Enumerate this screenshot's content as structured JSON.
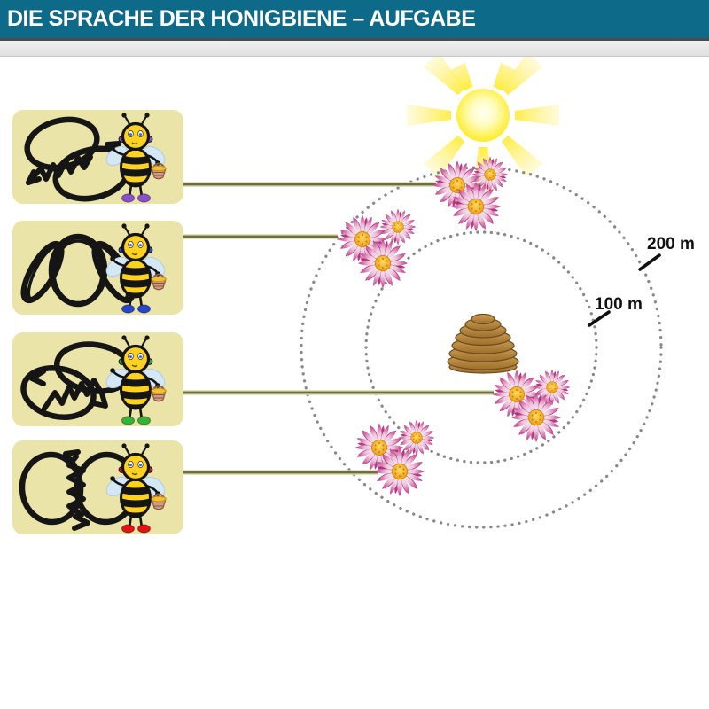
{
  "header": {
    "title": "DIE SPRACHE DER HONIGBIENE – AUFGABE"
  },
  "colors": {
    "header_bg": "#0e6a89",
    "card_bg": "#eae4a9",
    "connector_line": "#6e6e44",
    "circle_dots": "#898989",
    "flower_pink": "#bd2f80",
    "flower_center_orange": "#eb9b13",
    "hive_brown": "#b8863e",
    "sun_yellow": "#ffe926"
  },
  "diagram": {
    "distance_labels": {
      "outer": "200 m",
      "inner": "100 m"
    },
    "cards": [
      {
        "name": "dance-card-1",
        "dance_pattern": "waggle-dance-diagonal-loops-upper-left-lower-right",
        "shoe_color": "#8a4fd0"
      },
      {
        "name": "dance-card-2",
        "dance_pattern": "round-dance-three-loops",
        "shoe_color": "#2546cf"
      },
      {
        "name": "dance-card-3",
        "dance_pattern": "waggle-dance-diagonal-loops-lower-left-upper-right",
        "shoe_color": "#33b434"
      },
      {
        "name": "dance-card-4",
        "dance_pattern": "waggle-dance-vertical-run",
        "shoe_color": "#e21313"
      }
    ],
    "flower_clusters": [
      {
        "position": "between-circles-top"
      },
      {
        "position": "between-circles-upper-left"
      },
      {
        "position": "inside-inner-circle-right"
      },
      {
        "position": "on-inner-circle-lower-left"
      }
    ]
  }
}
